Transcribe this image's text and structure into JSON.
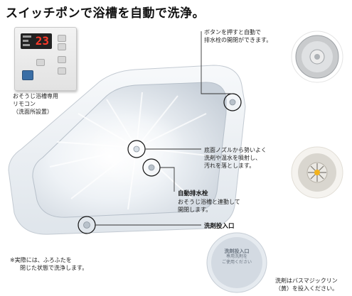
{
  "title": "スイッチポンで浴槽を自動で洗浄。",
  "remote_caption": [
    "おそうじ浴槽専用",
    "リモコン",
    "（洗面所設置）"
  ],
  "remote_display": "23",
  "callout_button": [
    "ボタンを押すと自動で",
    "排水栓の開閉ができます。"
  ],
  "callout_nozzle": [
    "底面ノズルから勢いよく",
    "洗剤や温水を噴射し、",
    "汚れを落とします。"
  ],
  "callout_drain_title": "自動排水栓",
  "callout_drain": [
    "おそうじ浴槽と連動して",
    "開閉します。"
  ],
  "callout_inlet_title": "洗剤投入口",
  "inlet_cap_text": [
    "洗剤投入口",
    "専用洗剤を",
    "ご使用ください"
  ],
  "footnote": [
    "※実際には、ふろふたを",
    "閉じた状態で洗浄します。"
  ],
  "detergent_note": [
    "洗剤はバスマジックリン",
    "（黄）を投入ください。"
  ],
  "colors": {
    "remote_blue": "#3a6ea5",
    "display_red": "#ff3a2a"
  }
}
